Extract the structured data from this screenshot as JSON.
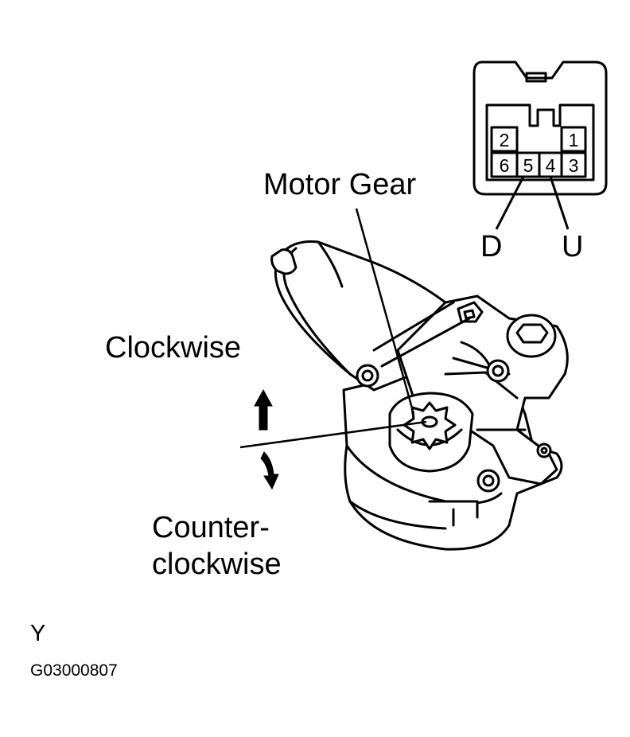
{
  "labels": {
    "motor_gear": "Motor Gear",
    "clockwise": "Clockwise",
    "counter_line1": "Counter-",
    "counter_line2": "clockwise",
    "terminal_d": "D",
    "terminal_u": "U",
    "view_letter": "Y",
    "figure_code": "G03000807"
  },
  "connector": {
    "pins_top": [
      "2",
      "1"
    ],
    "pins_bottom": [
      "6",
      "5",
      "4",
      "3"
    ]
  },
  "colors": {
    "ink": "#000000",
    "paper": "#ffffff"
  }
}
